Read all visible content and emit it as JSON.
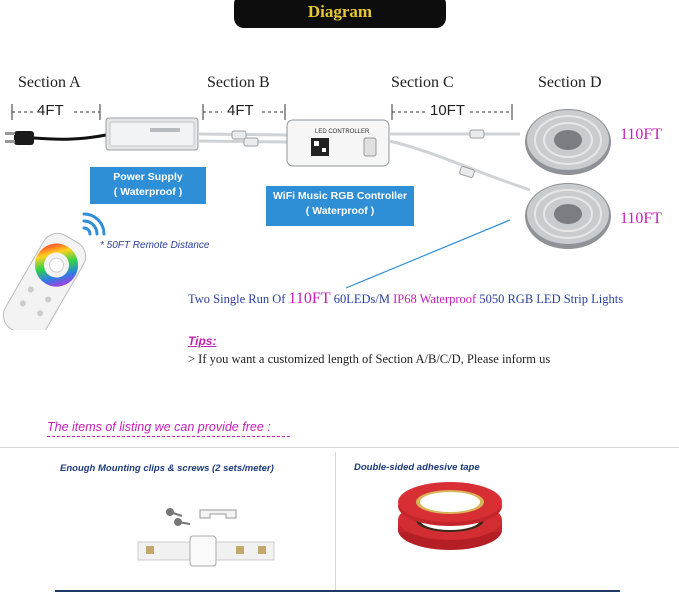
{
  "title": "Diagram",
  "sections": {
    "a": {
      "label": "Section A",
      "length": "4FT"
    },
    "b": {
      "label": "Section B",
      "length": "4FT"
    },
    "c": {
      "label": "Section C",
      "length": "10FT"
    },
    "d": {
      "label": "Section D"
    }
  },
  "strip_lengths": [
    "110FT",
    "110FT"
  ],
  "power_supply": {
    "line1": "Power Supply",
    "line2": "( Waterproof )"
  },
  "controller": {
    "line1": "WiFi Music RGB Controller",
    "line2": "( Waterproof )",
    "device_label": "LED CONTROLLER"
  },
  "remote_note": "* 50FT Remote Distance",
  "run_desc": {
    "part1": "Two Single Run Of ",
    "highlight1": "110FT",
    "part2": " 60LEDs/M ",
    "highlight2": "IP68 Waterproof",
    "part3": " 5050 RGB LED Strip Lights"
  },
  "tips": {
    "heading": "Tips:",
    "text": "> If you want a customized length of Section A/B/C/D, Please inform us"
  },
  "free_items": {
    "heading": "The items of listing we can provide free :",
    "left_title": "Enough Mounting clips & screws (2 sets/meter)",
    "right_title": "Double-sided adhesive tape"
  },
  "colors": {
    "accent_magenta": "#c51fb8",
    "box_blue": "#2f8fd6",
    "text_blue": "#2a3f9e",
    "title_gold": "#e8c832"
  }
}
